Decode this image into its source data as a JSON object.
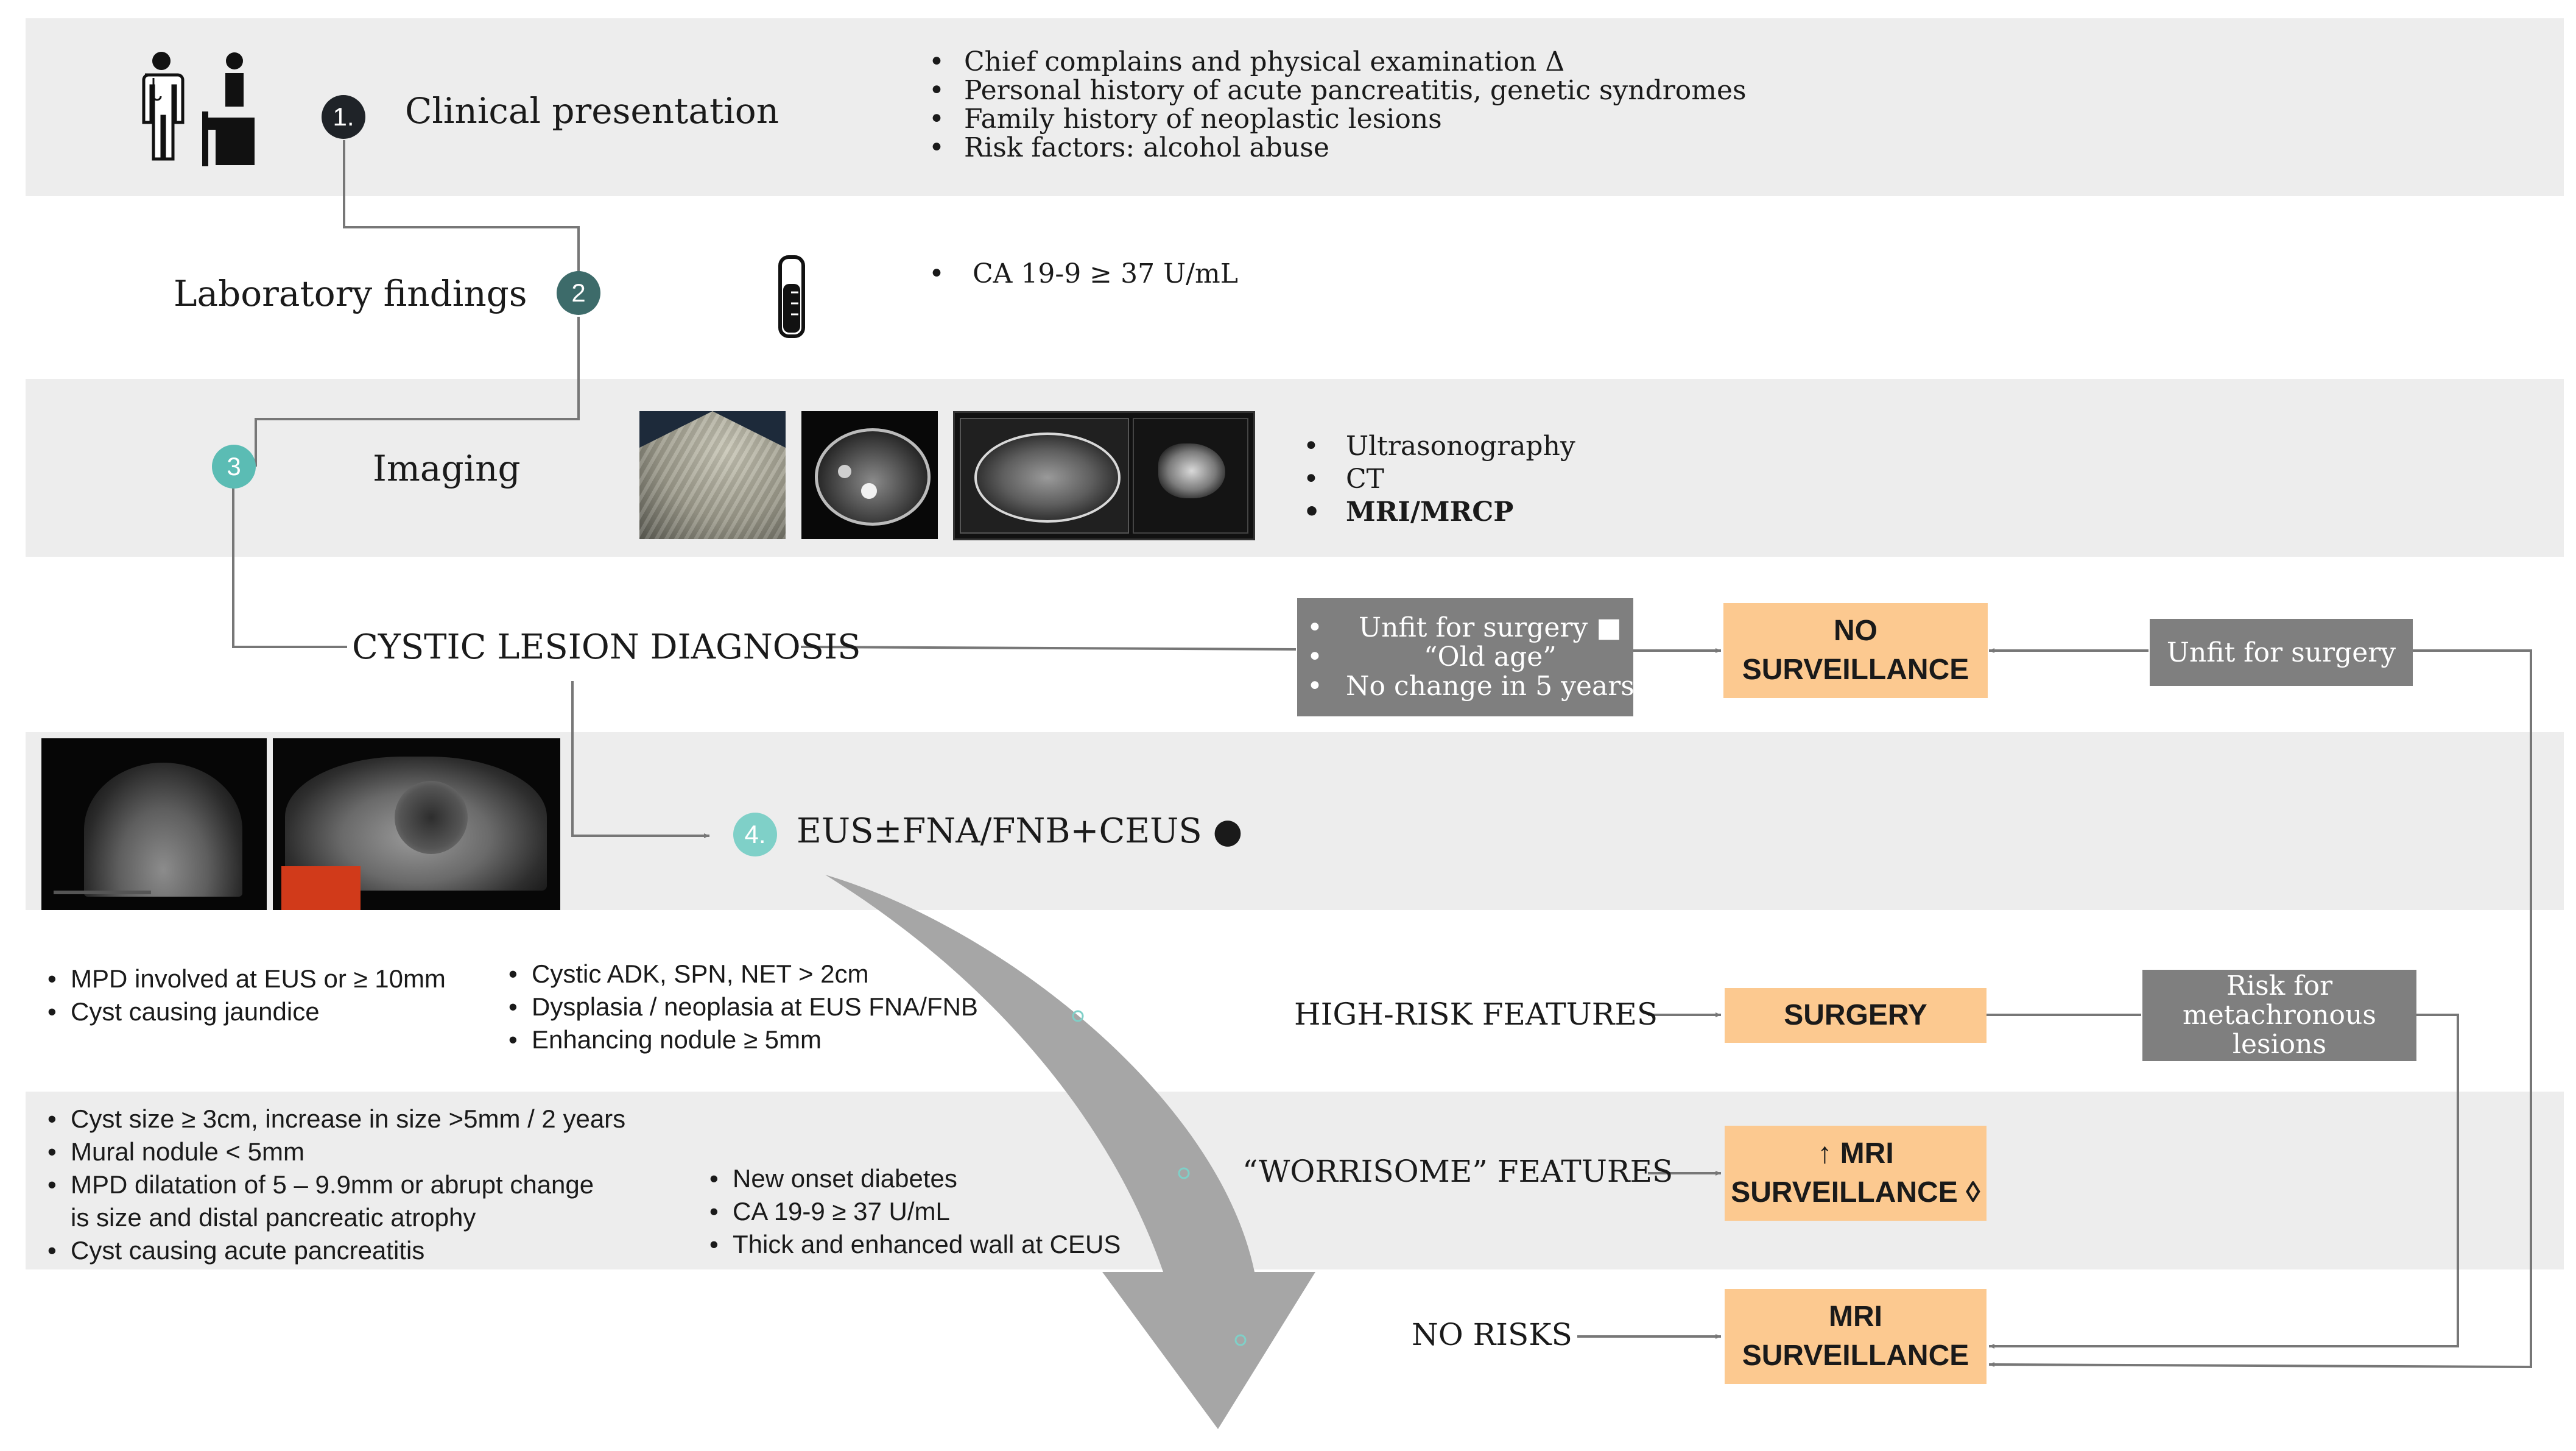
{
  "clinical": {
    "step": "1.",
    "title": "Clinical presentation",
    "items": [
      "Chief complains and physical examination Δ",
      "Personal history of acute pancreatitis, genetic syndromes",
      "Family history of neoplastic lesions",
      "Risk factors: alcohol abuse"
    ]
  },
  "lab": {
    "step": "2",
    "title": "Laboratory findings",
    "items": [
      "CA 19-9 ≥ 37 U/mL"
    ]
  },
  "imaging": {
    "step": "3",
    "title": "Imaging",
    "items": [
      "Ultrasonography",
      "CT",
      "MRI/MRCP"
    ]
  },
  "diagnosis": {
    "title": "CYSTIC LESION DIAGNOSIS"
  },
  "unfit_list": {
    "items": [
      "Unfit for surgery ■",
      "“Old age”",
      "No change in 5 years"
    ]
  },
  "no_surveillance": {
    "lines": [
      "NO",
      "SURVEILLANCE"
    ]
  },
  "unfit_right": {
    "label": "Unfit for surgery"
  },
  "eus": {
    "step": "4.",
    "title": "EUS±FNA/FNB+CEUS ●"
  },
  "high_risk": {
    "label": "HIGH-RISK FEATURES",
    "col1": [
      "MPD involved at EUS or ≥ 10mm",
      "Cyst causing jaundice"
    ],
    "col2": [
      "Cystic ADK, SPN, NET > 2cm",
      "Dysplasia / neoplasia at EUS FNA/FNB",
      "Enhancing nodule ≥ 5mm"
    ]
  },
  "worrisome": {
    "label": "“WORRISOME” FEATURES",
    "col1": [
      "Cyst size ≥ 3cm, increase in size >5mm / 2 years",
      "Mural nodule < 5mm",
      "MPD dilatation of 5 – 9.9mm or abrupt change",
      "is size and distal pancreatic atrophy",
      "Cyst causing acute pancreatitis"
    ],
    "col2": [
      "New onset diabetes",
      "CA 19-9 ≥ 37 U/mL",
      "Thick and enhanced wall at CEUS"
    ]
  },
  "no_risks": {
    "label": "NO RISKS"
  },
  "outcomes": {
    "surgery": "SURGERY",
    "worrisome_lines": [
      "↑ MRI",
      "SURVEILLANCE ◊"
    ],
    "mri_lines": [
      "MRI",
      "SURVEILLANCE"
    ]
  },
  "metachronous": {
    "lines": [
      "Risk for",
      "metachronous",
      "lesions"
    ]
  },
  "colors": {
    "band": "#ededed",
    "step1": "#1f2328",
    "step2": "#3d6b6a",
    "step3": "#5bbcb4",
    "step4": "#7fd0c8",
    "outcome_box": "#fcc990",
    "grey_box": "#7f7f7f",
    "connector": "#777777",
    "big_arrow": "#a6a6a6"
  },
  "icons": [
    "doctor-patient-icon",
    "test-tube-icon",
    "ultrasound-image",
    "ct-image",
    "mri-image",
    "eus-image"
  ]
}
